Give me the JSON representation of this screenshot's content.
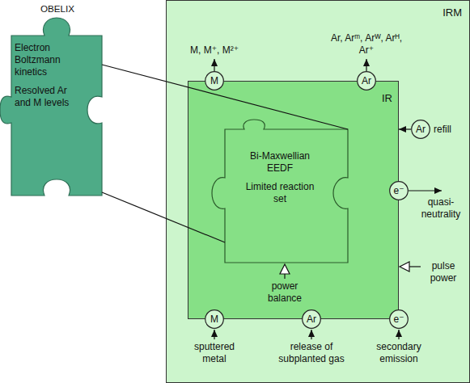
{
  "diagram": {
    "nodes": [
      {
        "text": [
          "IRM"
        ]
      },
      {
        "text": [
          "OBELIX",
          "Electron Boltzmann kinetics",
          "Resolved Ar and M levels"
        ]
      },
      {
        "text": [
          "IR"
        ],
        "in": 0
      },
      {
        "text": [
          "Bi-Maxwellian EEDF",
          "Limited reaction set"
        ],
        "in": 2
      },
      {
        "text": [
          "M"
        ],
        "in": 0
      },
      {
        "text": [
          "Ar"
        ],
        "in": 0
      },
      {
        "text": [
          "Ar"
        ],
        "in": 0
      },
      {
        "text": [
          "e⁻"
        ],
        "in": 0
      },
      {
        "text": [
          "M"
        ],
        "in": 0
      },
      {
        "text": [
          "Ar"
        ],
        "in": 0
      },
      {
        "text": [
          "e⁻"
        ],
        "in": 0
      }
    ],
    "edges": [
      {
        "from": 1,
        "to": 3,
        "arrow": "none"
      },
      {
        "from": 1,
        "to": 3,
        "arrow": "none"
      },
      {
        "from": 6,
        "to": 2,
        "arrow": "to"
      }
    ],
    "labels": [
      "M, M⁺, M²⁺",
      "Ar, Arᵐ, Arᵂ, Arᴴ, Ar⁺",
      "refill",
      "quasi-neutrality",
      "pulse power",
      "power balance",
      "sputtered metal",
      "release of subplanted gas",
      "secondary emission"
    ]
  }
}
